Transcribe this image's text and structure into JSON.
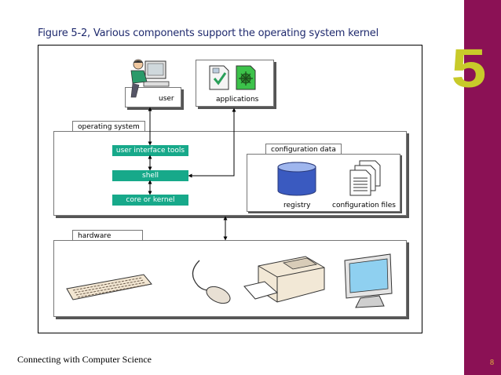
{
  "chapter_number": "5",
  "figure_title": "Figure 5-2, Various components support the operating system kernel",
  "labels": {
    "user": "user",
    "applications": "applications",
    "operating_system": "operating system",
    "ui_tools": "user interface tools",
    "shell": "shell",
    "kernel": "core or kernel",
    "config_data": "configuration data",
    "registry": "registry",
    "config_files": "configuration files",
    "hardware": "hardware"
  },
  "footer": "Connecting with Computer Science",
  "page_number": "8",
  "colors": {
    "sidebar": "#8b1155",
    "chapter_number": "#c8ca2a",
    "component": "#17a98a",
    "title": "#1f2a6e"
  }
}
